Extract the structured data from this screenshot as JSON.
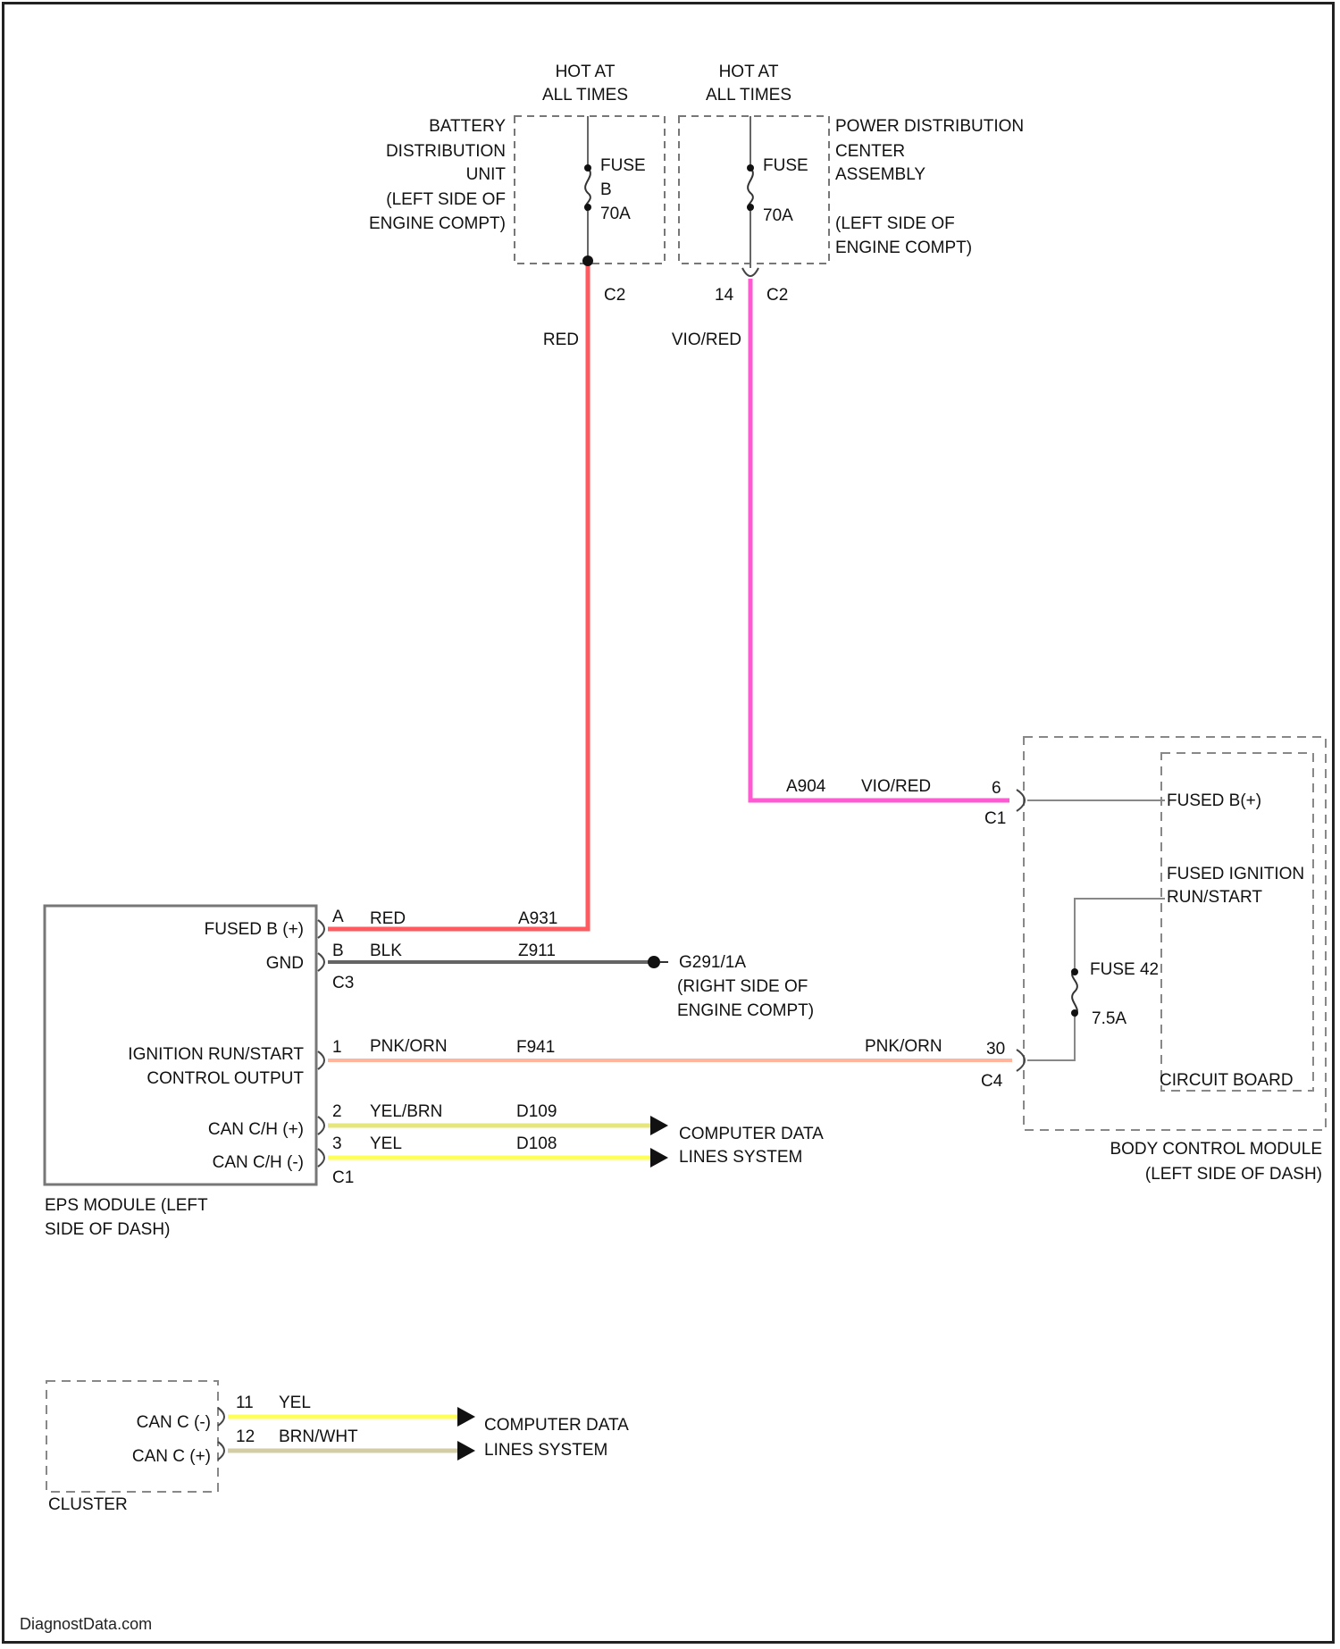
{
  "colors": {
    "red": "#ff5a5f",
    "violet_red": "#ff5ad2",
    "pink_orange": "#ffb49b",
    "yellow": "#ffff5a",
    "yellow_brown": "#e6e67d",
    "brown_white": "#d2cda5",
    "black": "#646464",
    "gray": "#888888"
  },
  "top_labels": {
    "hot1": [
      "HOT AT",
      "ALL TIMES"
    ],
    "hot2": [
      "HOT AT",
      "ALL TIMES"
    ]
  },
  "battery_unit": [
    "BATTERY",
    "DISTRIBUTION",
    "UNIT",
    "(LEFT SIDE OF",
    "ENGINE COMPT)"
  ],
  "fuse_b": [
    "FUSE",
    "B",
    "70A"
  ],
  "pdc": [
    "POWER DISTRIBUTION",
    "CENTER",
    "ASSEMBLY",
    "(LEFT SIDE OF",
    "ENGINE COMPT)"
  ],
  "fuse_pdc": [
    "FUSE",
    "70A"
  ],
  "connectors": {
    "c2a": "C2",
    "c2b": "C2",
    "pin14": "14",
    "c1_bcm": "C1",
    "pin6": "6",
    "c3": "C3",
    "c4": "C4",
    "pin30": "30",
    "c1_eps": "C1"
  },
  "wire_labels": {
    "red": "RED",
    "vio_red": "VIO/RED",
    "a904": "A904",
    "vio_red2": "VIO/RED"
  },
  "eps_module": {
    "pins": [
      {
        "label": "FUSED B (+)",
        "pin": "A",
        "color": "RED",
        "circuit": "A931"
      },
      {
        "label": "GND",
        "pin": "B",
        "color": "BLK",
        "circuit": "Z911"
      }
    ],
    "ign_label": [
      "IGNITION RUN/START",
      "CONTROL OUTPUT"
    ],
    "ign_pin": "1",
    "ign_color": "PNK/ORN",
    "ign_circuit": "F941",
    "ign_color2": "PNK/ORN",
    "can_pins": [
      {
        "label": "CAN C/H (+)",
        "pin": "2",
        "color": "YEL/BRN",
        "circuit": "D109"
      },
      {
        "label": "CAN C/H (-)",
        "pin": "3",
        "color": "YEL",
        "circuit": "D108"
      }
    ],
    "name": [
      "EPS MODULE (LEFT",
      "SIDE OF DASH)"
    ]
  },
  "ground": [
    "G291/1A",
    "(RIGHT SIDE OF",
    "ENGINE COMPT)"
  ],
  "computer_data": [
    "COMPUTER DATA",
    "LINES SYSTEM"
  ],
  "bcm": {
    "fused_b": "FUSED B(+)",
    "fused_ign": [
      "FUSED IGNITION",
      "RUN/START"
    ],
    "fuse42": "FUSE 42",
    "amp": "7.5A",
    "circuit_board": "CIRCUIT BOARD",
    "name": [
      "BODY CONTROL MODULE",
      "(LEFT SIDE OF DASH)"
    ]
  },
  "cluster": {
    "pins": [
      {
        "label": "CAN C (-)",
        "pin": "11",
        "color": "YEL"
      },
      {
        "label": "CAN C (+)",
        "pin": "12",
        "color": "BRN/WHT"
      }
    ],
    "name": "CLUSTER",
    "computer_data": [
      "COMPUTER DATA",
      "LINES SYSTEM"
    ]
  },
  "footer": "DiagnostData.com"
}
